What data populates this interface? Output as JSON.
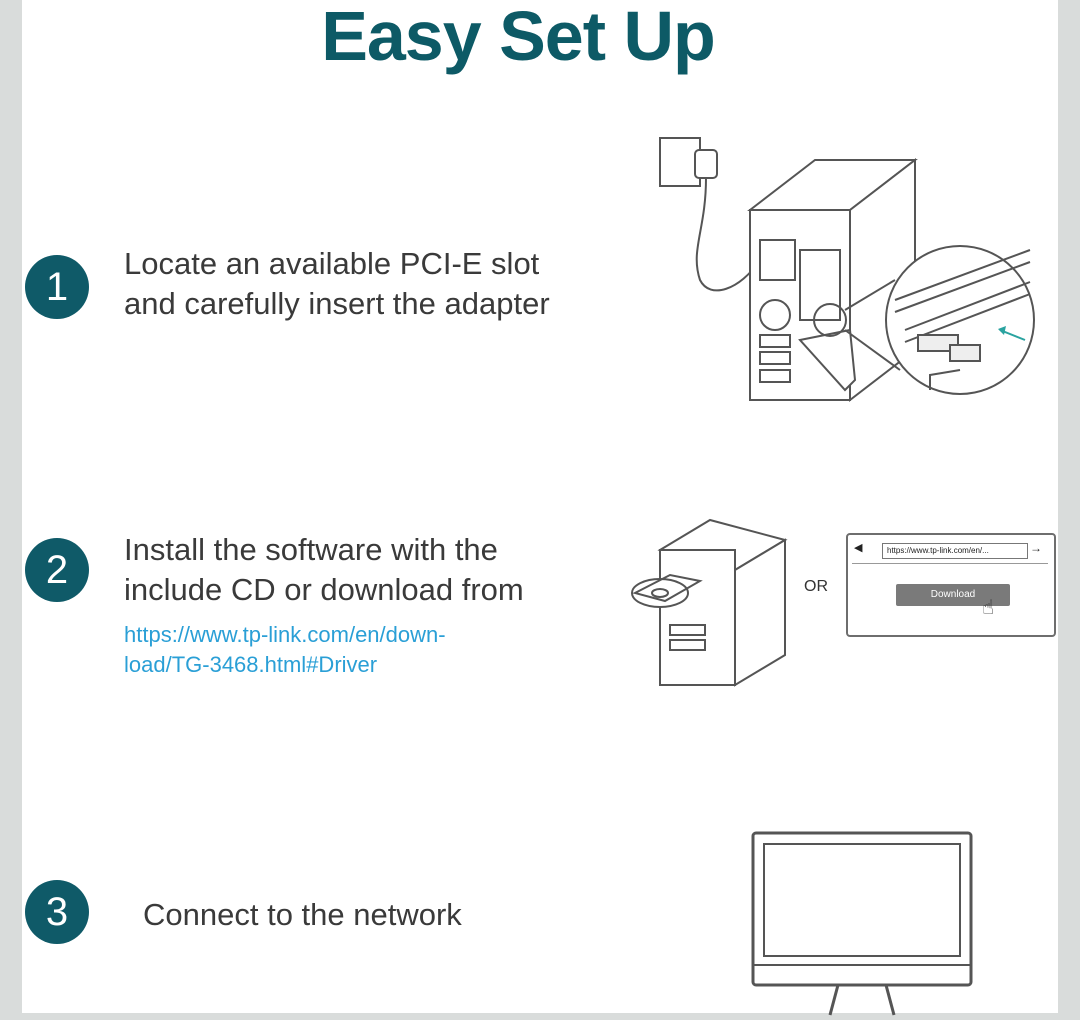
{
  "title": "Easy Set Up",
  "steps": [
    {
      "number": "1",
      "line1": "Locate an available PCI-E slot",
      "line2": "and carefully insert the adapter"
    },
    {
      "number": "2",
      "line1": "Install the software with the",
      "line2": "include CD or download from",
      "link_line1": "https://www.tp-link.com/en/down-",
      "link_line2": "load/TG-3468.html#Driver"
    },
    {
      "number": "3",
      "line1": "Connect to the network"
    }
  ],
  "illustration": {
    "or_label": "OR",
    "url_text": "https://www.tp-link.com/en/...",
    "download_label": "Download"
  },
  "colors": {
    "accent": "#0d5a66",
    "link": "#2a9fd6",
    "text": "#3a3a3a"
  }
}
